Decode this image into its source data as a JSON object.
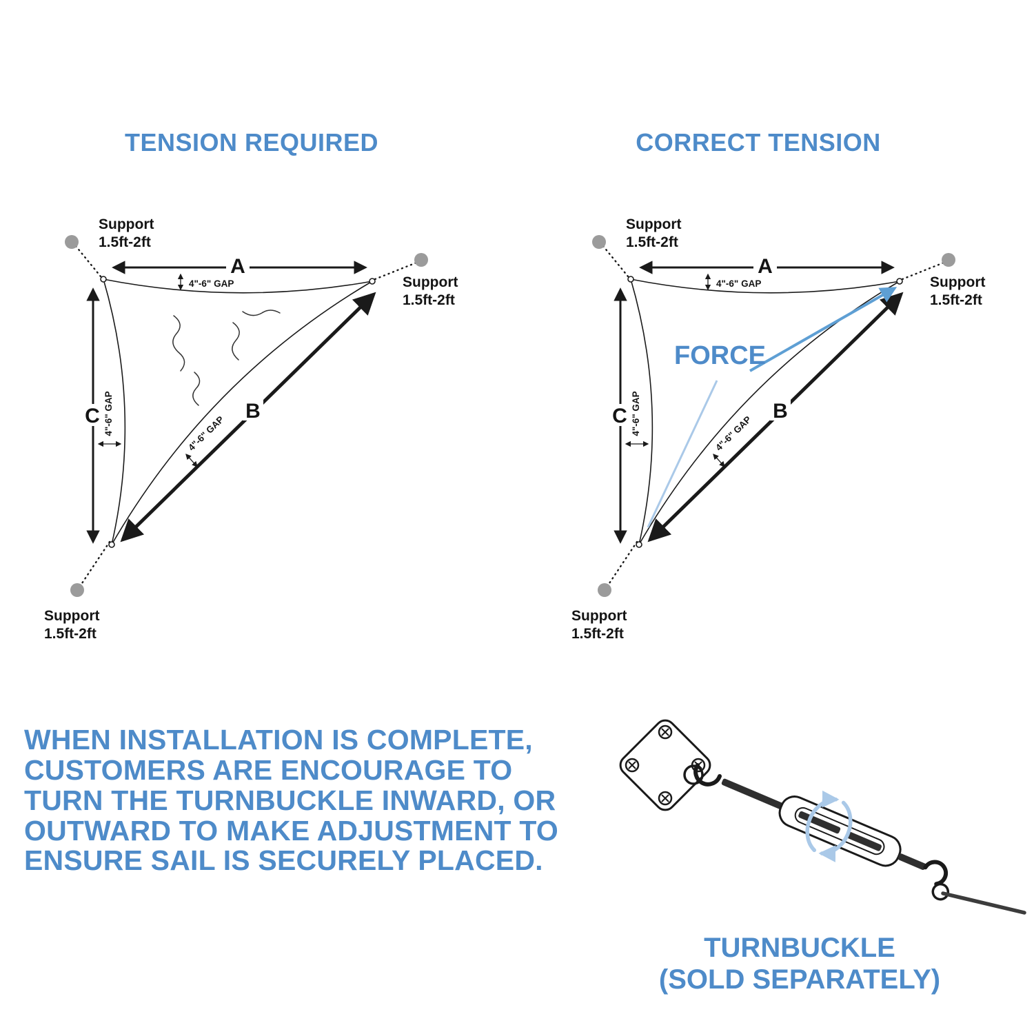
{
  "titles": {
    "left": "TENSION REQUIRED",
    "right": "CORRECT TENSION"
  },
  "labels": {
    "support_line1": "Support",
    "support_line2": "1.5ft-2ft",
    "gap": "4\"-6\" GAP",
    "a": "A",
    "b": "B",
    "c": "C",
    "force": "FORCE"
  },
  "note": {
    "line1": "WHEN INSTALLATION IS COMPLETE,",
    "line2": "CUSTOMERS ARE ENCOURAGE TO",
    "line3": "TURN THE TURNBUCKLE INWARD, OR",
    "line4": "OUTWARD TO MAKE ADJUSTMENT TO",
    "line5": "ENSURE SAIL IS SECURELY PLACED."
  },
  "turnbuckle": {
    "line1": "TURNBUCKLE",
    "line2": "(SOLD SEPARATELY)"
  },
  "colors": {
    "accent": "#4e8bc9",
    "ink": "#1a1a1a",
    "dot": "#9b9b9b",
    "force": "#5e9fd4",
    "force_light": "#aac9e8"
  }
}
